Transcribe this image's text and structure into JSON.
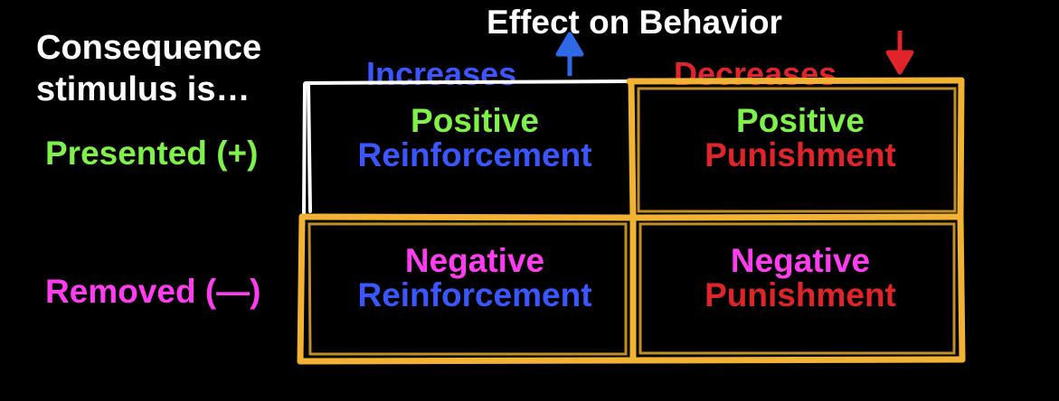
{
  "title": "Effect on Behavior",
  "row_header": "Consequence stimulus is…",
  "columns": {
    "increases": "Increases",
    "decreases": "Decreases"
  },
  "rows": {
    "presented": "Presented (+)",
    "removed": "Removed (—)"
  },
  "cells": {
    "presented_increases": {
      "top": "Positive",
      "bottom": "Reinforcement"
    },
    "presented_decreases": {
      "top": "Positive",
      "bottom": "Punishment"
    },
    "removed_increases": {
      "top": "Negative",
      "bottom": "Reinforcement"
    },
    "removed_decreases": {
      "top": "Negative",
      "bottom": "Punishment"
    }
  },
  "icons": {
    "increase_arrow": "arrow-up-icon",
    "decrease_arrow": "arrow-down-icon"
  },
  "colors": {
    "presented": "#7ff24a",
    "removed": "#ff3cf0",
    "reinforcement": "#3a56ff",
    "punishment": "#e0242a",
    "frame": "#f2b233",
    "outline": "#ffffff"
  }
}
